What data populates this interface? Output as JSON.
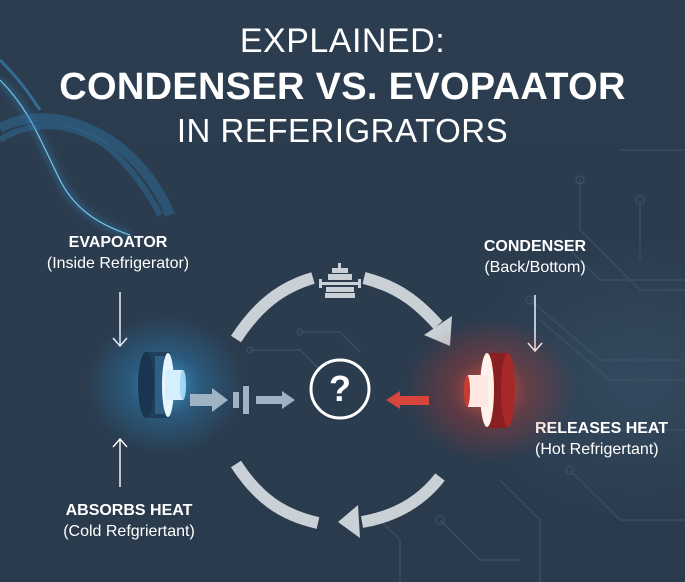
{
  "title": {
    "line1": "EXPLAINED:",
    "line2": "CONDENSER VS. EVOPAATOR",
    "line3": "IN REFERIGRATORS"
  },
  "evaporator": {
    "name": "EVAPOATOR",
    "location": "(Inside Refrigerator)",
    "action": "ABSORBS HEAT",
    "state": "(Cold Refgriertant)",
    "glow_color": "#3fb4f0"
  },
  "condenser": {
    "name": "CONDENSER",
    "location": "(Back/Bottom)",
    "action": "RELEASES HEAT",
    "state": "(Hot Refrigertant)",
    "glow_color": "#e0453a"
  },
  "center": {
    "symbol": "?"
  },
  "colors": {
    "background": "#2b3c4e",
    "cycle_arrow": "#c9d0d6",
    "flow_arrow": "#9fb3c4",
    "heat_arrow": "#d8453b",
    "text": "#ffffff"
  },
  "icons": {
    "cycle": "cycle-arrows",
    "expansion_valve": "valve-icon",
    "capacitor": "capacitor-symbol"
  }
}
